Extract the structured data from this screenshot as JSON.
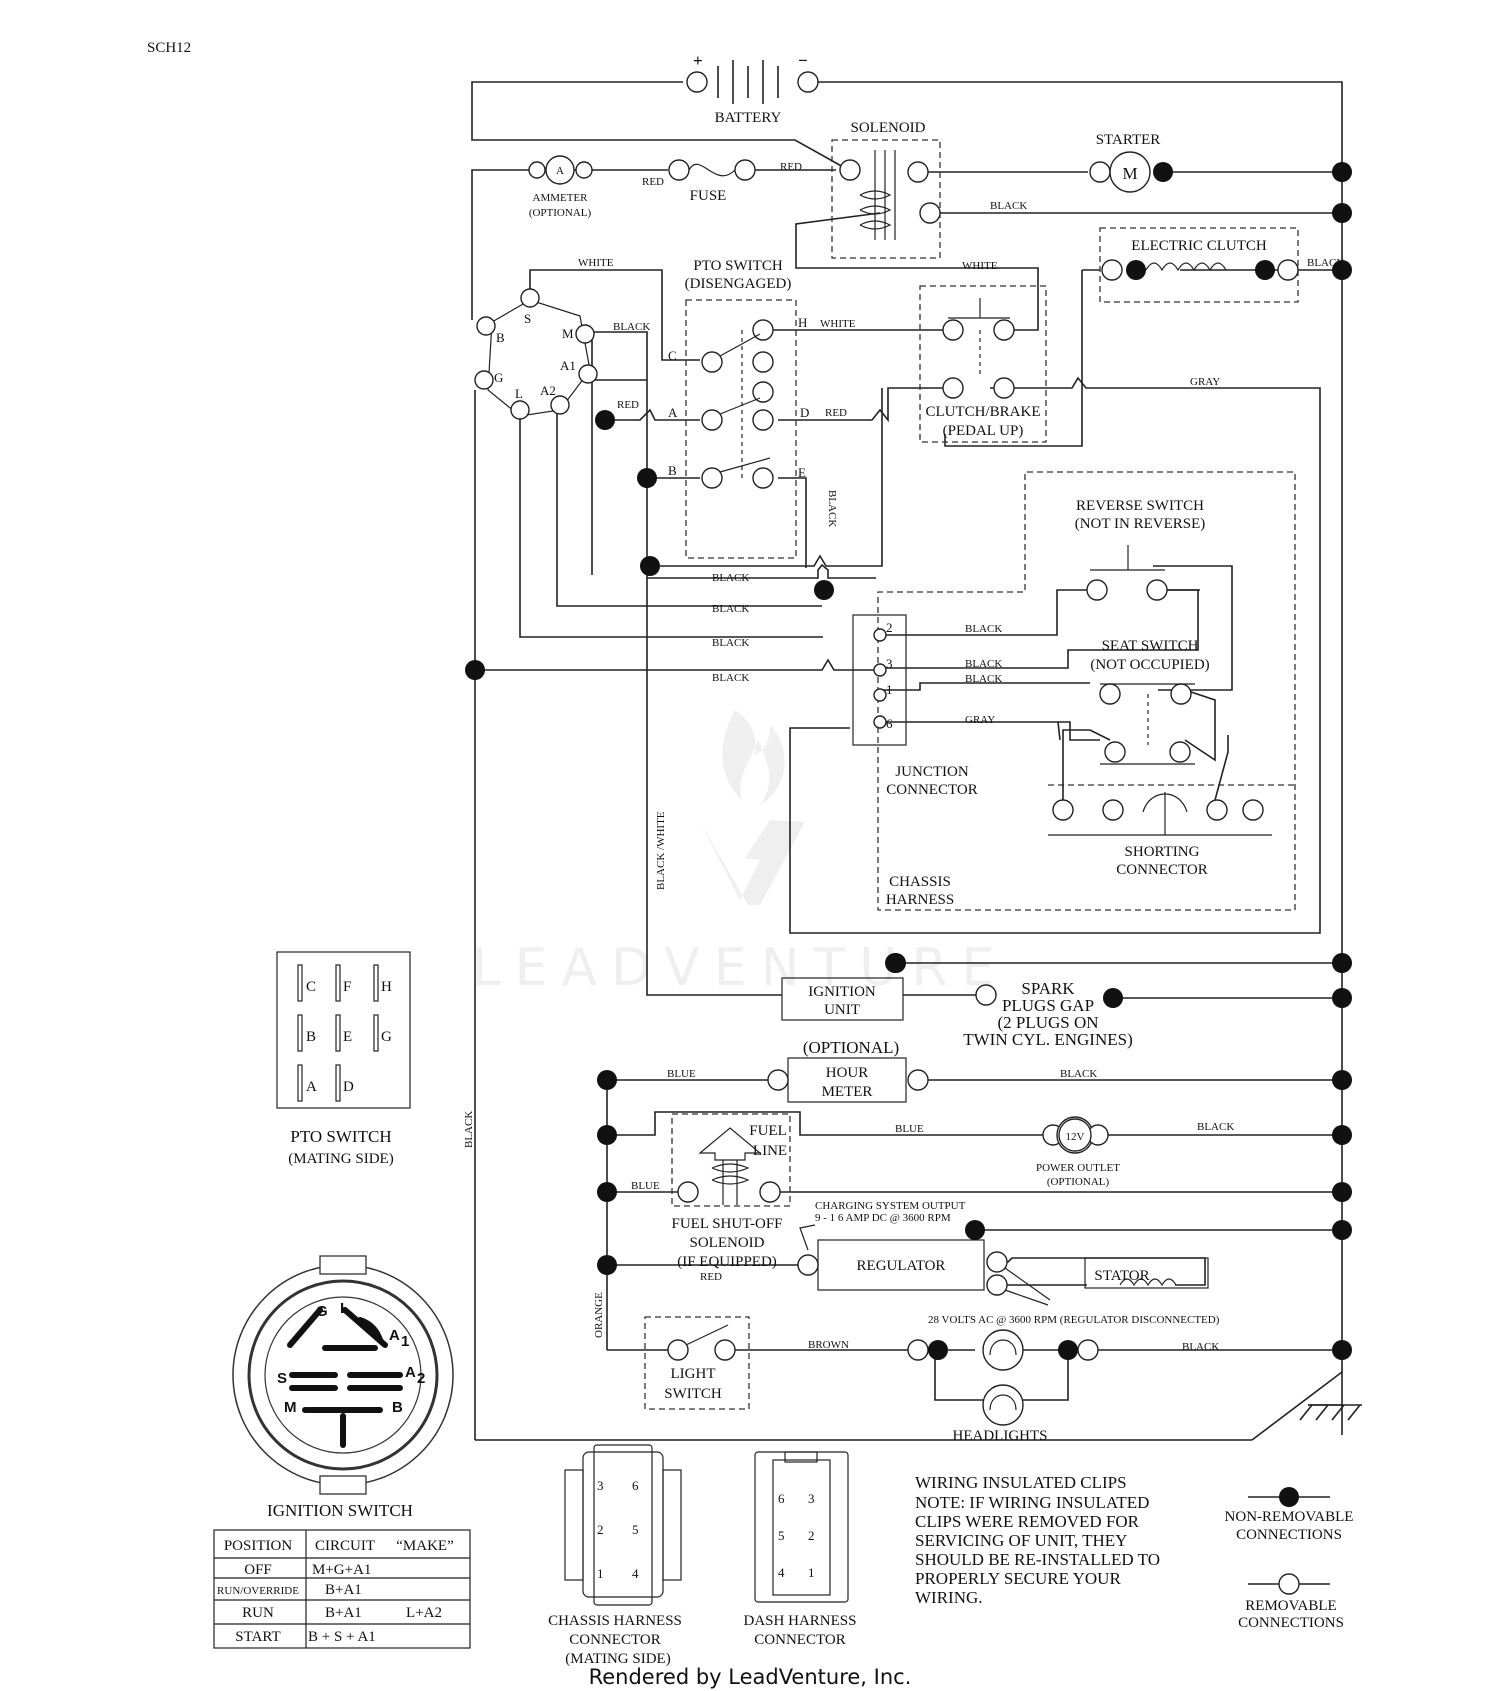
{
  "doc": {
    "id": "SCH12",
    "rendered_by": "Rendered by LeadVenture, Inc.",
    "watermark": "LEADVENTURE"
  },
  "components": {
    "battery": "BATTERY",
    "battery_plus": "+",
    "battery_minus": "−",
    "solenoid": "SOLENOID",
    "starter": "STARTER",
    "starter_symbol": "M",
    "ammeter_symbol": "A",
    "ammeter_1": "AMMETER",
    "ammeter_2": "(OPTIONAL)",
    "fuse": "FUSE",
    "electric_clutch": "ELECTRIC CLUTCH",
    "pto_switch_1": "PTO SWITCH",
    "pto_switch_2": "(DISENGAGED)",
    "clutch_brake_1": "CLUTCH/BRAKE",
    "clutch_brake_2": "(PEDAL UP)",
    "reverse_switch_1": "REVERSE SWITCH",
    "reverse_switch_2": "(NOT IN REVERSE)",
    "seat_switch_1": "SEAT SWITCH",
    "seat_switch_2": "(NOT OCCUPIED)",
    "junction_1": "JUNCTION",
    "junction_2": "CONNECTOR",
    "shorting_1": "SHORTING",
    "shorting_2": "CONNECTOR",
    "chassis_1": "CHASSIS",
    "chassis_2": "HARNESS",
    "ignition_unit_1": "IGNITION",
    "ignition_unit_2": "UNIT",
    "spark_1": "SPARK",
    "spark_2": "PLUGS GAP",
    "spark_3": "(2 PLUGS ON",
    "spark_4": "TWIN CYL. ENGINES)",
    "optional": "(OPTIONAL)",
    "hour_meter_1": "HOUR",
    "hour_meter_2": "METER",
    "fuel_line_1": "FUEL",
    "fuel_line_2": "LINE",
    "power_outlet_symbol": "12V",
    "power_outlet_1": "POWER OUTLET",
    "power_outlet_2": "(OPTIONAL)",
    "fuel_shutoff_1": "FUEL SHUT-OFF",
    "fuel_shutoff_2": "SOLENOID",
    "fuel_shutoff_3": "(IF EQUIPPED)",
    "charging_1": "CHARGING SYSTEM OUTPUT",
    "charging_2": "9 - 1 6 AMP DC @ 3600 RPM",
    "regulator": "REGULATOR",
    "stator": "STATOR",
    "stator_note": "28 VOLTS AC @ 3600 RPM (REGULATOR DISCONNECTED)",
    "light_switch_1": "LIGHT",
    "light_switch_2": "SWITCH",
    "headlights": "HEADLIGHTS"
  },
  "wire_labels": {
    "white": "WHITE",
    "black": "BLACK",
    "red": "RED",
    "gray": "GRAY",
    "blue": "BLUE",
    "brown": "BROWN",
    "orange": "ORANGE",
    "black_white": "BLACK /WHITE"
  },
  "ignition_terminals": {
    "B": "B",
    "S": "S",
    "M": "M",
    "A1": "A1",
    "A2": "A2",
    "L": "L",
    "G": "G"
  },
  "pto_terminals": {
    "A": "A",
    "B": "B",
    "C": "C",
    "D": "D",
    "E": "E",
    "H": "H"
  },
  "junction_pins": [
    "2",
    "3",
    "1",
    "6"
  ],
  "pto_mating": {
    "title": "PTO SWITCH",
    "subtitle": "(MATING SIDE)",
    "pins": [
      "C",
      "F",
      "H",
      "B",
      "E",
      "G",
      "A",
      "D"
    ]
  },
  "ignition_switch": {
    "title": "IGNITION SWITCH",
    "face_labels": {
      "G": "G",
      "L": "L",
      "A1": "A",
      "A1_sub": "1",
      "A2": "A",
      "A2_sub": "2",
      "S": "S",
      "M": "M",
      "B": "B"
    },
    "table_headers": [
      "POSITION",
      "CIRCUIT",
      "“MAKE”"
    ],
    "rows": [
      {
        "position": "OFF",
        "make": "M+G+A1"
      },
      {
        "position": "RUN/OVERRIDE",
        "make": "B+A1"
      },
      {
        "position": "RUN",
        "make": "B+A1",
        "make2": "L+A2"
      },
      {
        "position": "START",
        "make": "B + S + A1"
      }
    ]
  },
  "chassis_connector": {
    "label_1": "CHASSIS HARNESS",
    "label_2": "CONNECTOR",
    "label_3": "(MATING SIDE)",
    "pins": [
      "3",
      "6",
      "2",
      "5",
      "1",
      "4"
    ]
  },
  "dash_connector": {
    "label_1": "DASH HARNESS",
    "label_2": "CONNECTOR",
    "pins": [
      "6",
      "3",
      "5",
      "2",
      "4",
      "1"
    ]
  },
  "note": {
    "lines": [
      "WIRING INSULATED CLIPS",
      "NOTE:  IF WIRING INSULATED",
      "CLIPS WERE REMOVED FOR",
      "SERVICING OF UNIT, THEY",
      "SHOULD BE RE-INSTALLED TO",
      "PROPERLY SECURE YOUR",
      "WIRING."
    ]
  },
  "legend": {
    "non_removable_1": "NON-REMOVABLE",
    "non_removable_2": "CONNECTIONS",
    "removable_1": "REMOVABLE",
    "removable_2": "CONNECTIONS"
  }
}
